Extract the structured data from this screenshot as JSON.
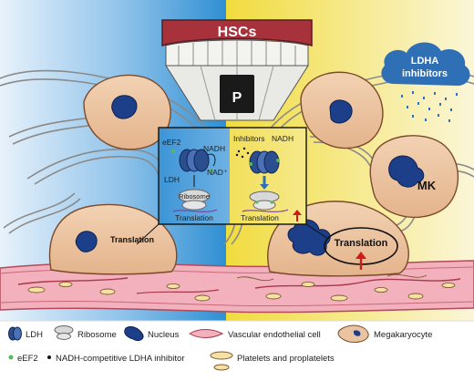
{
  "title_banner": {
    "text": "HSCs",
    "color": "#a8323c"
  },
  "niche_label": "P",
  "cloud": {
    "line1": "LDHA",
    "line2": "inhibitors",
    "color": "#2f6fb5"
  },
  "mk_label": "MK",
  "left_cell_label": "Translation",
  "right_cell_label": "Translation",
  "inset": {
    "left": {
      "eef2": "eEF2",
      "nadh": "NADH",
      "nad": "NAD⁺",
      "ldh": "LDH",
      "ribosome": "Ribosome",
      "translation": "Translation"
    },
    "right": {
      "inhibitors": "Inhibitors",
      "nadh": "NADH",
      "translation": "Translation"
    }
  },
  "legend": {
    "row1": [
      {
        "icon": "ldh-icon",
        "label": "LDH"
      },
      {
        "icon": "ribosome-icon",
        "label": "Ribosome"
      },
      {
        "icon": "nucleus-icon",
        "label": "Nucleus"
      },
      {
        "icon": "endothelial-cell-icon",
        "label": "Vascular endothelial cell"
      },
      {
        "icon": "megakaryocyte-icon",
        "label": "Megakaryocyte"
      }
    ],
    "row2": [
      {
        "icon": "eef2-dot-icon",
        "label": "eEF2"
      },
      {
        "icon": "inhibitor-dot-icon",
        "label": "NADH-competitive LDHA inhibitor"
      },
      {
        "icon": "platelet-icon",
        "label": "Platelets and proplatelets"
      }
    ]
  },
  "colors": {
    "left_bg": "#4a9fd8",
    "right_bg": "#f0d84a",
    "cell_fill": "#eac3a0",
    "nucleus": "#1d3f8a",
    "vessel": "#f2a9b6",
    "eef2": "#5cb85c"
  }
}
